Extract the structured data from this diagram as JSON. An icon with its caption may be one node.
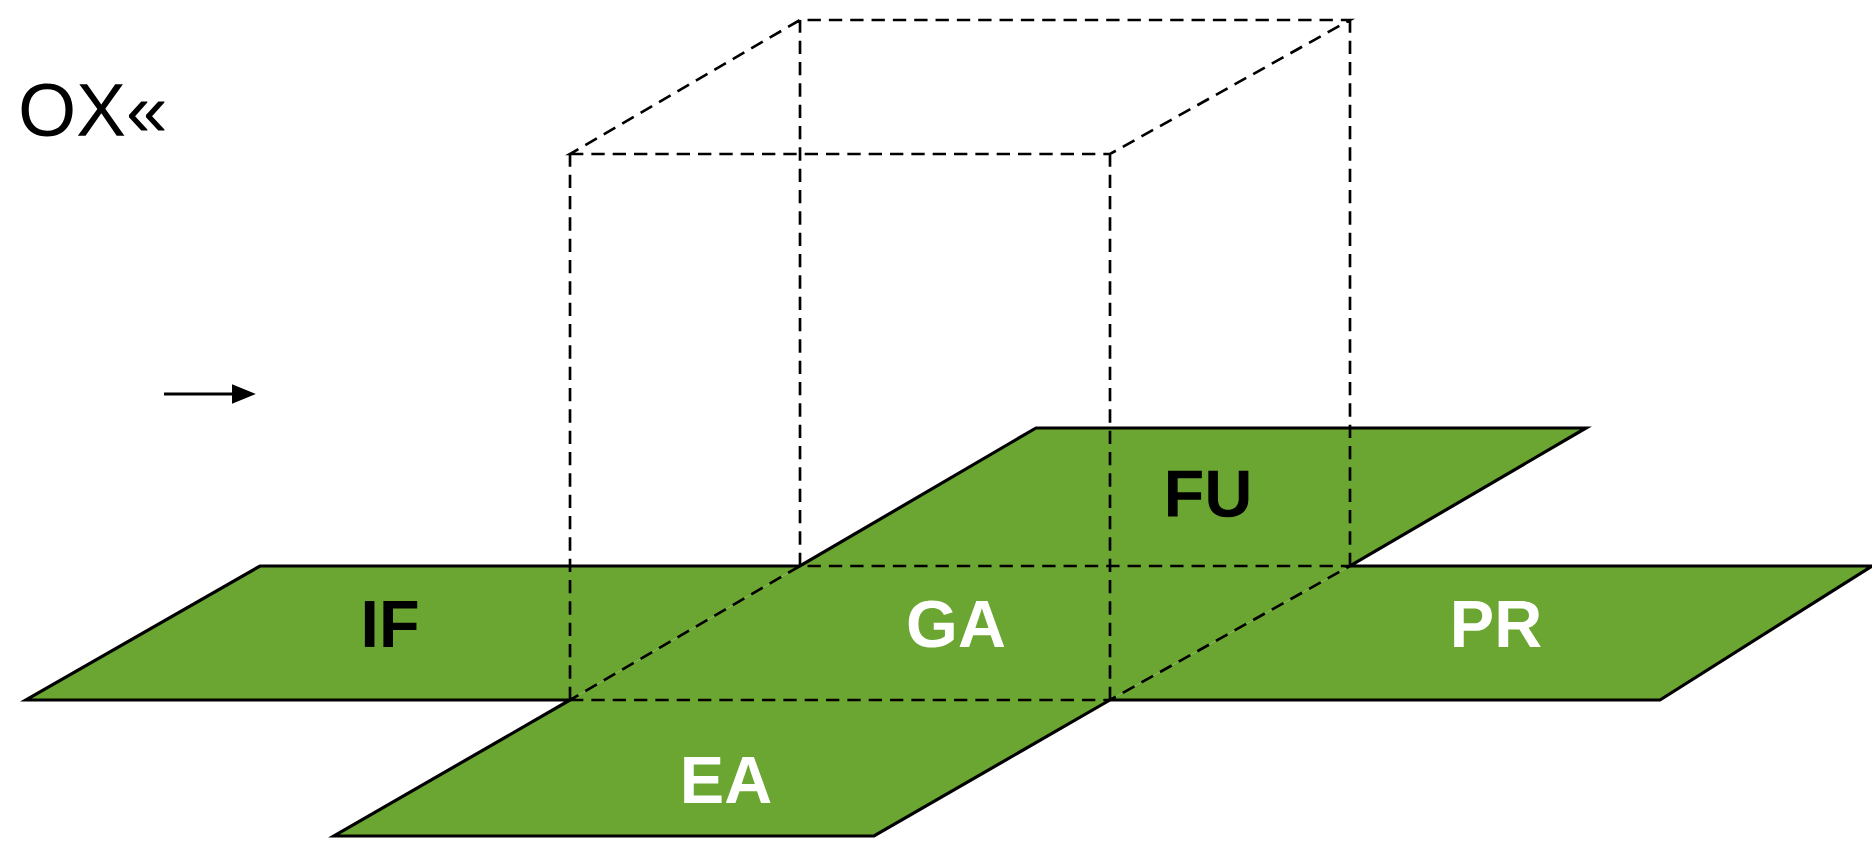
{
  "diagram": {
    "nodes": [
      {
        "text": [
          "FU"
        ]
      },
      {
        "text": [
          "IF"
        ]
      },
      {
        "text": [
          "GA"
        ]
      },
      {
        "text": [
          "PR"
        ]
      },
      {
        "text": [
          "EA"
        ]
      }
    ],
    "labels": [
      "OX«"
    ]
  }
}
